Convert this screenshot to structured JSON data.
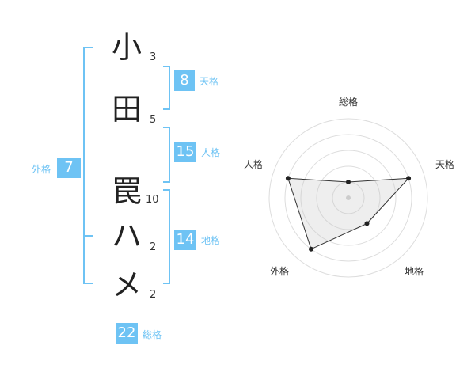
{
  "name": {
    "characters": [
      {
        "char": "小",
        "strokes": "3"
      },
      {
        "char": "田",
        "strokes": "5"
      },
      {
        "char": "罠",
        "strokes": "10"
      },
      {
        "char": "ハ",
        "strokes": "2"
      },
      {
        "char": "メ",
        "strokes": "2"
      }
    ]
  },
  "fortunes": {
    "tenkaku": {
      "label": "天格",
      "value": "8"
    },
    "jinkaku": {
      "label": "人格",
      "value": "15"
    },
    "chikaku": {
      "label": "地格",
      "value": "14"
    },
    "gaikaku": {
      "label": "外格",
      "value": "7"
    },
    "soukaku": {
      "label": "総格",
      "value": "22"
    }
  },
  "radar": {
    "axes": [
      "総格",
      "天格",
      "地格",
      "外格",
      "人格"
    ],
    "levels": 5,
    "scores": [
      1,
      4,
      2,
      4,
      4
    ]
  },
  "colors": {
    "accent": "#6ec3f4"
  }
}
